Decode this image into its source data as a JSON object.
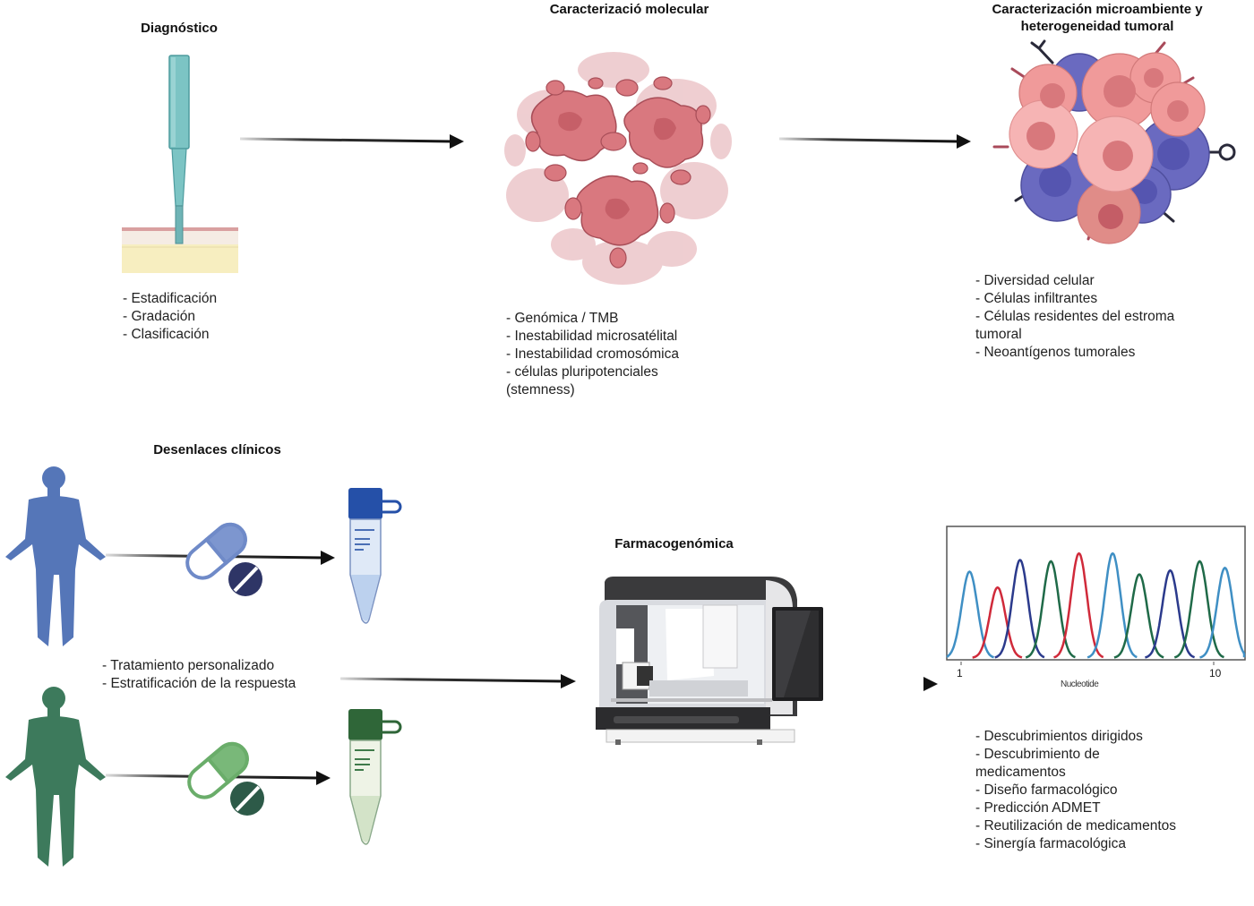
{
  "stages": {
    "diagnostico": {
      "title": "Diagnóstico",
      "illustration": "biopsy-punch-icon",
      "items": [
        "- Estadificación",
        "- Gradación",
        "- Clasificación"
      ]
    },
    "molecular": {
      "title": "Caracterizació molecular",
      "illustration": "tumor-tissue-icon",
      "items": [
        "- Genómica / TMB",
        "- Inestabilidad microsatélital",
        "- Inestabilidad cromosómica",
        "- células pluripotenciales",
        "(stemness)"
      ]
    },
    "microambiente": {
      "title_line1": "Caracterización microambiente y",
      "title_line2": "heterogeneidad  tumoral",
      "illustration": "cell-cluster-icon",
      "items": [
        "- Diversidad celular",
        "- Células infiltrantes",
        "- Células residentes del estroma",
        "tumoral",
        "- Neoantígenos tumorales"
      ]
    },
    "desenlaces": {
      "title": "Desenlaces clínicos",
      "illustration": "patient-drug-sample-icon",
      "items": [
        "- Tratamiento personalizado",
        "- Estratificación de la respuesta"
      ],
      "colors": {
        "patient_a": "#5576b8",
        "patient_b": "#3d7a5c"
      }
    },
    "farmacogenomica": {
      "title": "Farmacogenómica",
      "illustration": "sequencer-machine-icon"
    },
    "descubrimiento": {
      "illustration": "chromatogram-chart",
      "items": [
        "- Descubrimientos dirigidos",
        "- Descubrimiento de",
        "medicamentos",
        "- Diseño farmacológico",
        "- Predicción ADMET",
        "- Reutilización de medicamentos",
        "- Sinergía farmacológica"
      ]
    }
  },
  "chart_data": {
    "type": "line",
    "title": "",
    "xlabel": "Nucleotide",
    "ylabel": "",
    "x_ticks": [
      "1",
      "10"
    ],
    "xlim": [
      1,
      10
    ],
    "ylim": [
      0,
      1
    ],
    "grid": false,
    "series": [
      {
        "name": "peak-1",
        "color": "#3f8fc4",
        "center": 1.3,
        "height": 0.66
      },
      {
        "name": "peak-2",
        "color": "#d02a3a",
        "center": 2.3,
        "height": 0.54
      },
      {
        "name": "peak-3",
        "color": "#2b3a8c",
        "center": 3.1,
        "height": 0.75
      },
      {
        "name": "peak-4",
        "color": "#1f6a48",
        "center": 4.2,
        "height": 0.74
      },
      {
        "name": "peak-5",
        "color": "#d02a3a",
        "center": 5.2,
        "height": 0.8
      },
      {
        "name": "peak-6",
        "color": "#3f8fc4",
        "center": 6.4,
        "height": 0.8
      },
      {
        "name": "peak-7",
        "color": "#1f6a48",
        "center": 7.35,
        "height": 0.64
      },
      {
        "name": "peak-8",
        "color": "#2b3a8c",
        "center": 8.45,
        "height": 0.67
      },
      {
        "name": "peak-9",
        "color": "#1f6a48",
        "center": 9.5,
        "height": 0.74
      },
      {
        "name": "peak-10",
        "color": "#3f8fc4",
        "center": 10.4,
        "height": 0.69
      }
    ]
  }
}
